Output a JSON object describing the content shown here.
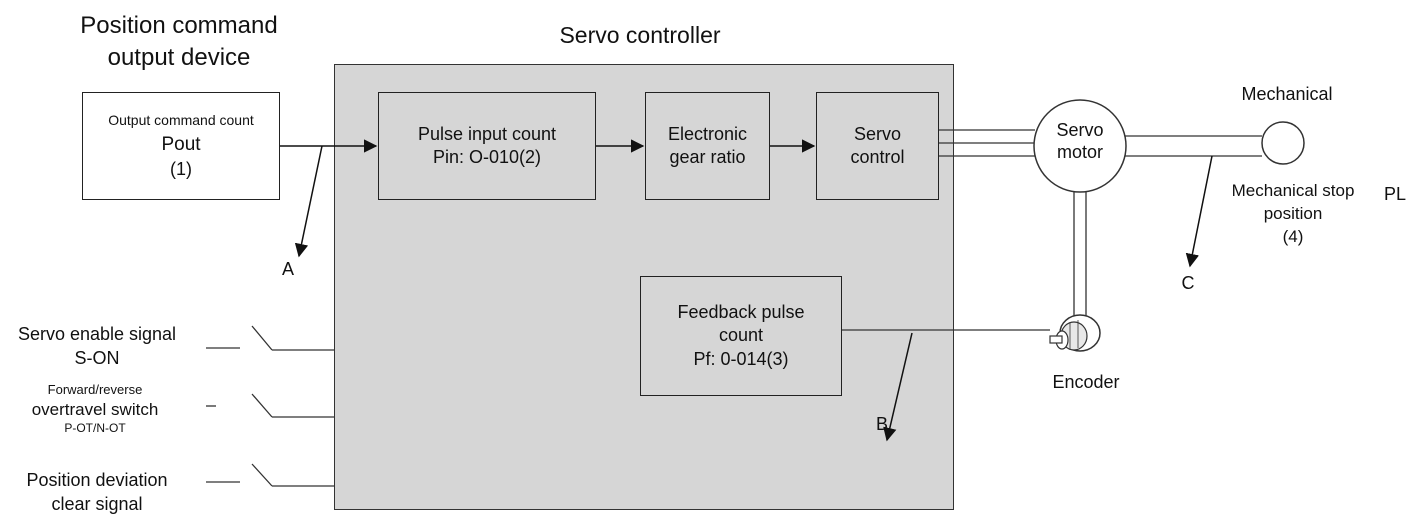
{
  "title_left": {
    "line1": "Position command",
    "line2": "output device"
  },
  "title_controller": "Servo controller",
  "output_box": {
    "title": "Output command count",
    "name": "Pout",
    "index": "(1)"
  },
  "pulse_input": {
    "line1": "Pulse input count",
    "line2": "Pin: O-010(2)"
  },
  "gear_ratio": {
    "line1": "Electronic",
    "line2": "gear ratio"
  },
  "servo_control": {
    "line1": "Servo",
    "line2": "control"
  },
  "feedback": {
    "line1": "Feedback pulse",
    "line2": "count",
    "line3": "Pf: 0-014(3)"
  },
  "servo_motor": {
    "line1": "Servo",
    "line2": "motor"
  },
  "mechanical": "Mechanical",
  "mech_stop": {
    "line1": "Mechanical stop",
    "line2": "position",
    "line3": "(4)"
  },
  "pl": "PL",
  "encoder": "Encoder",
  "labels": {
    "a": "A",
    "b": "B",
    "c": "C"
  },
  "servo_enable": {
    "line1": "Servo enable signal",
    "line2": "S-ON"
  },
  "overtravel": {
    "line1": "Forward/reverse",
    "line2": "overtravel switch",
    "line3": "P-OT/N-OT"
  },
  "deviation": {
    "line1": "Position deviation",
    "line2": "clear signal"
  }
}
